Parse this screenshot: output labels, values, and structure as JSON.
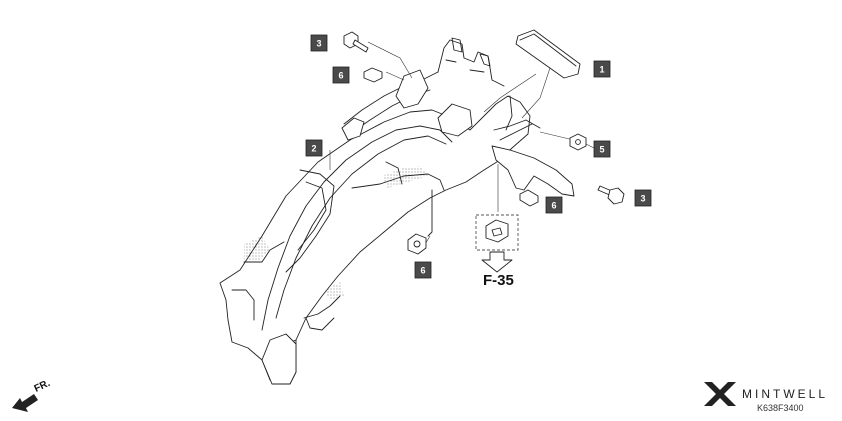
{
  "callouts": {
    "c1": "1",
    "c2": "2",
    "c3a": "3",
    "c3b": "3",
    "c5": "5",
    "c6a": "6",
    "c6b": "6",
    "c6c": "6"
  },
  "reference": {
    "label": "F-35"
  },
  "direction": {
    "label": "FR."
  },
  "brand": {
    "name": "MINTWELL",
    "code": "K638F3400"
  },
  "colors": {
    "callout_bg": "#4a4a4a",
    "line": "#222222"
  }
}
